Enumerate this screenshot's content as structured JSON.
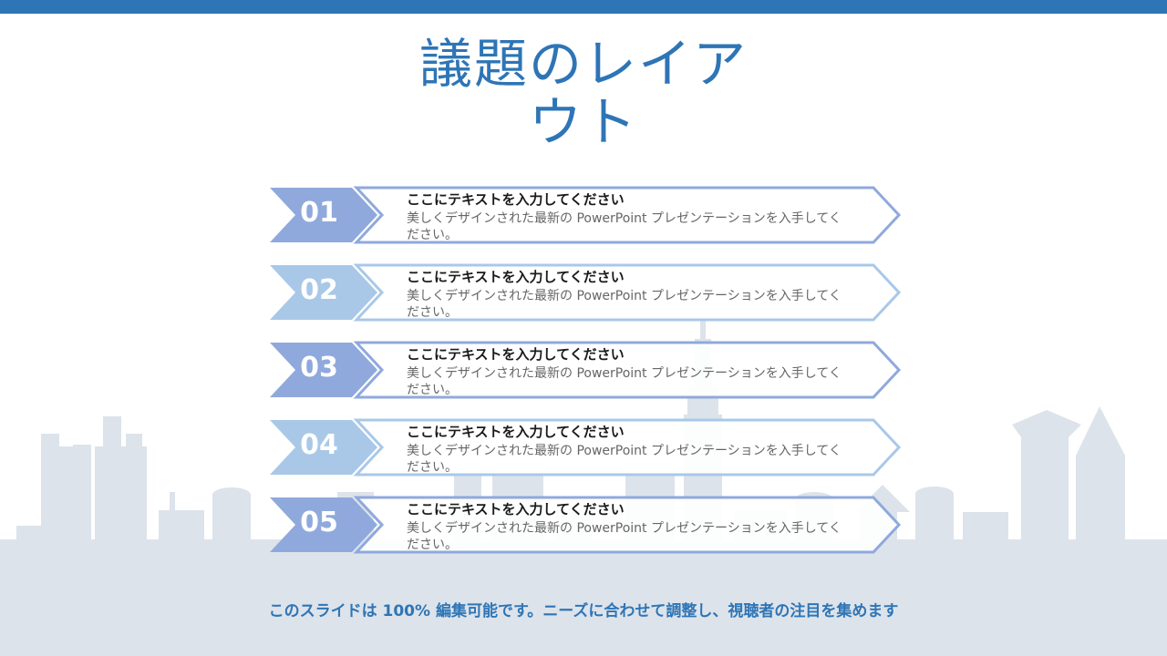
{
  "slide": {
    "title": "議題のレイアウト",
    "footer": "このスライドは 100% 編集可能です。ニーズに合わせて調整し、視聴者の注目を集めます"
  },
  "colors": {
    "top_bar": "#2e75b6",
    "title": "#2e75b6",
    "footer": "#2e75b6",
    "skyline": "#dde3ea",
    "accent_dark": "#8fa9dc",
    "accent_light": "#a9c8e8"
  },
  "items": [
    {
      "number": "01",
      "title": "ここにテキストを入力してください",
      "desc": "美しくデザインされた最新の PowerPoint プレゼンテーションを入手してください。"
    },
    {
      "number": "02",
      "title": "ここにテキストを入力してください",
      "desc": "美しくデザインされた最新の PowerPoint プレゼンテーションを入手してください。"
    },
    {
      "number": "03",
      "title": "ここにテキストを入力してください",
      "desc": "美しくデザインされた最新の PowerPoint プレゼンテーションを入手してください。"
    },
    {
      "number": "04",
      "title": "ここにテキストを入力してください",
      "desc": "美しくデザインされた最新の PowerPoint プレゼンテーションを入手してください。"
    },
    {
      "number": "05",
      "title": "ここにテキストを入力してください",
      "desc": "美しくデザインされた最新の PowerPoint プレゼンテーションを入手してください。"
    }
  ]
}
